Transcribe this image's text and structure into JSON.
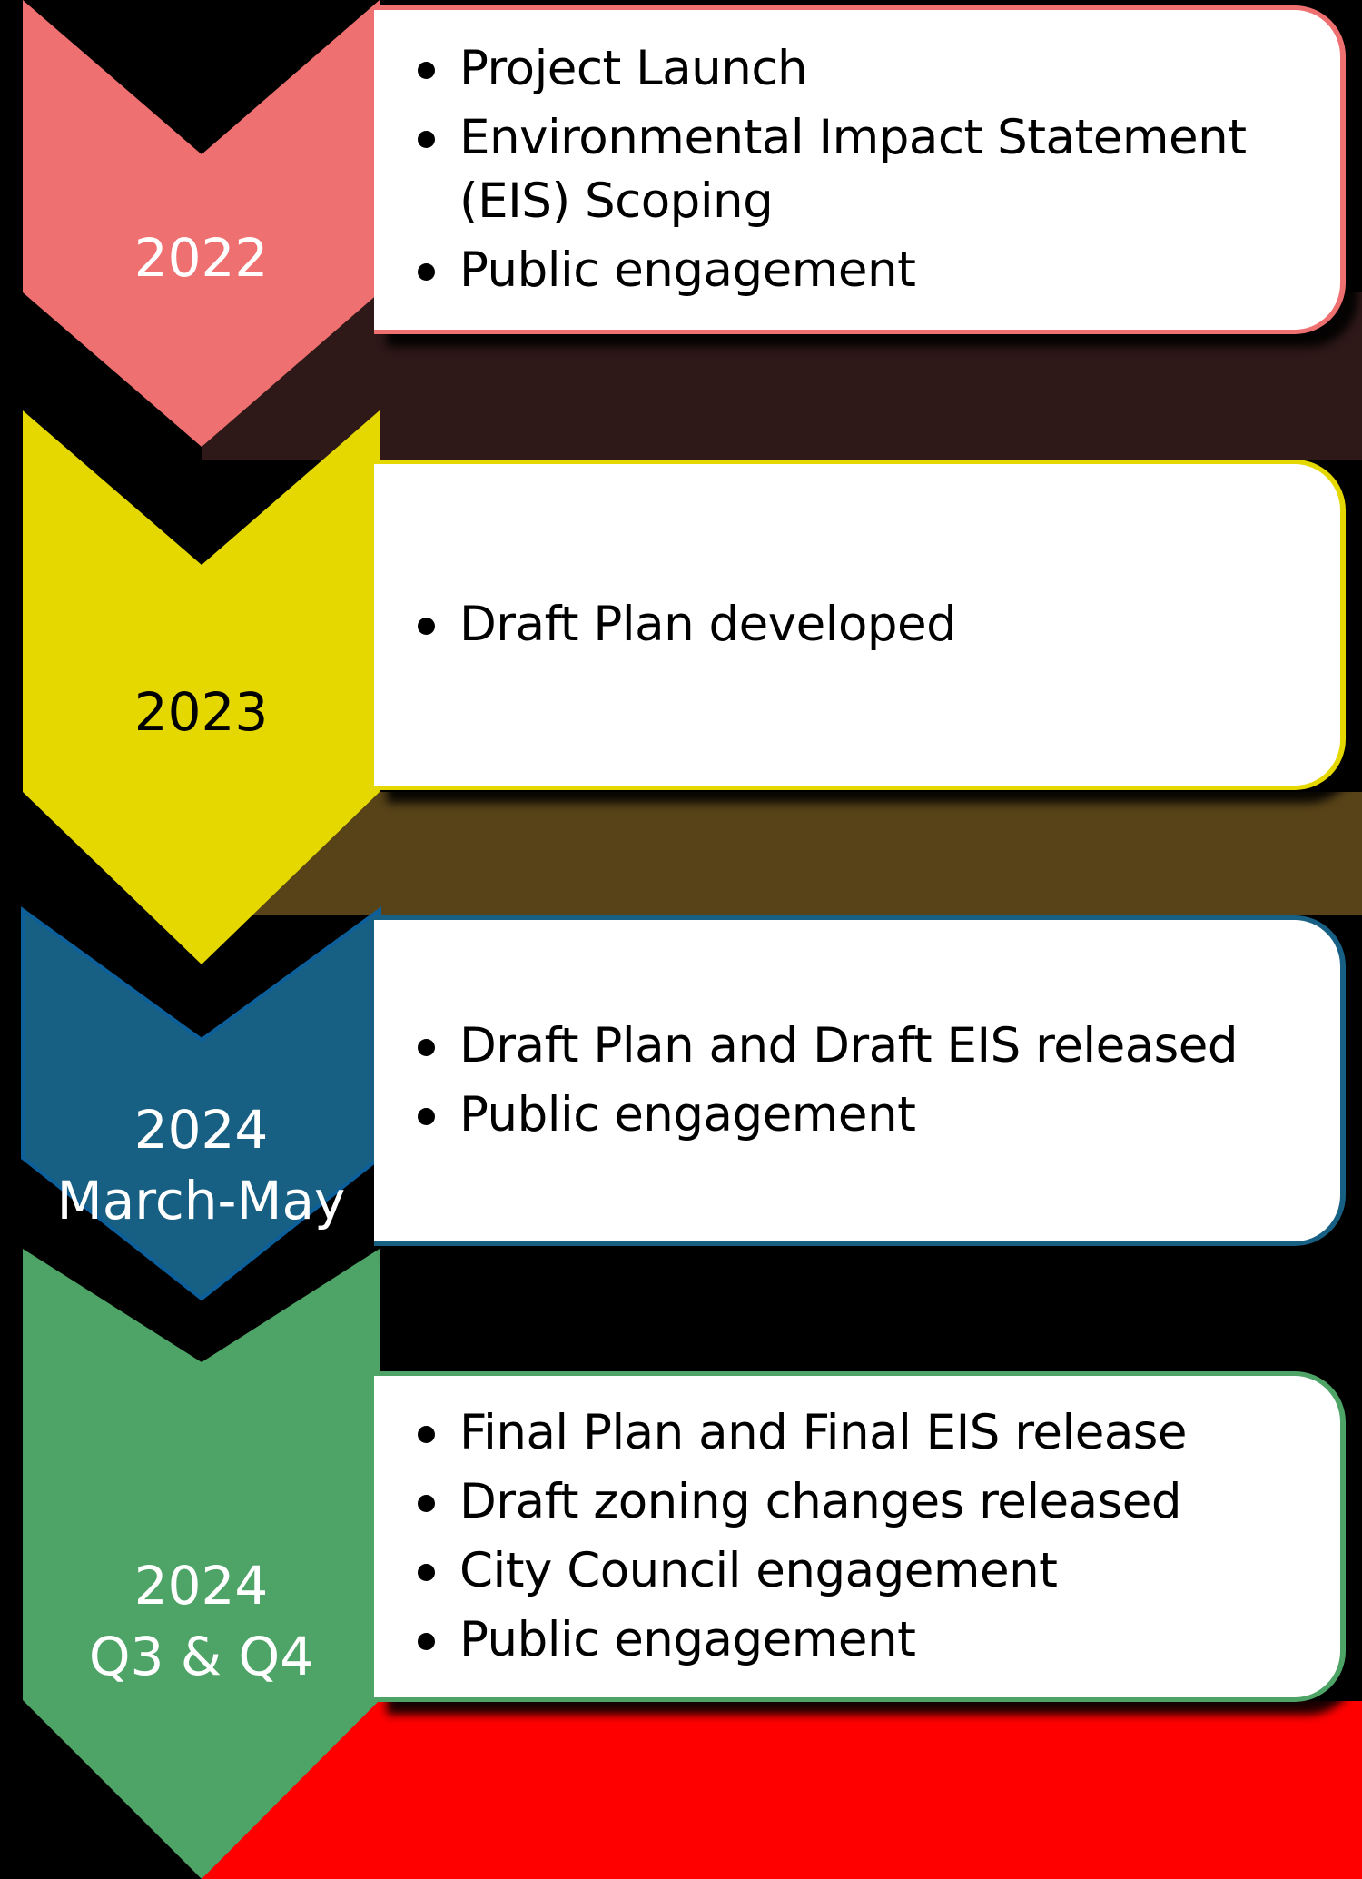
{
  "colors": {
    "background": "#000000",
    "band_1": "#2e1818",
    "band_2": "#584318",
    "band_bottom": "#ff0000",
    "phase_2022": "#ef7070",
    "phase_2023": "#e5d800",
    "phase_2024_mar_may": "#176084",
    "phase_2024_q3_q4": "#4ea366",
    "card_fill": "#ffffff",
    "text": "#000000"
  },
  "timeline": {
    "phases": [
      {
        "label_lines": [
          "2022"
        ],
        "label_color": "#ffffff",
        "color": "#ef7070",
        "items": [
          "Project Launch",
          "Environmental Impact Statement (EIS) Scoping",
          "Public engagement"
        ]
      },
      {
        "label_lines": [
          "2023"
        ],
        "label_color": "#000000",
        "color": "#e5d800",
        "items": [
          "Draft Plan developed"
        ]
      },
      {
        "label_lines": [
          "2024",
          "March-May"
        ],
        "label_color": "#ffffff",
        "color": "#176084",
        "items": [
          "Draft Plan and Draft EIS released",
          "Public engagement"
        ]
      },
      {
        "label_lines": [
          "2024",
          "Q3 & Q4"
        ],
        "label_color": "#ffffff",
        "color": "#4ea366",
        "items": [
          "Final Plan and Final EIS release",
          "Draft zoning changes released",
          "City Council engagement",
          "Public engagement"
        ]
      }
    ]
  }
}
